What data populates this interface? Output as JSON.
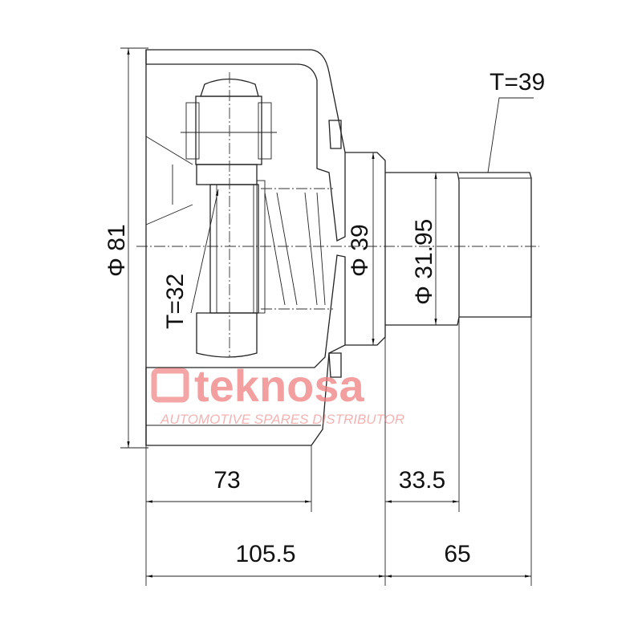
{
  "drawing": {
    "dimensions": {
      "outer_diameter": "Φ 81",
      "neck_diameter": "Φ 39",
      "shaft_diameter": "Φ 31.95",
      "inner_teeth": "T=32",
      "outer_teeth": "T=39",
      "housing_length": "73",
      "shaft_length": "33.5",
      "total_left_length": "105.5",
      "stub_length": "65"
    },
    "watermark": {
      "brand": "teknosa",
      "tagline": "AUTOMOTIVE SPARES DISTRIBUTOR",
      "color": "#f08080"
    }
  }
}
